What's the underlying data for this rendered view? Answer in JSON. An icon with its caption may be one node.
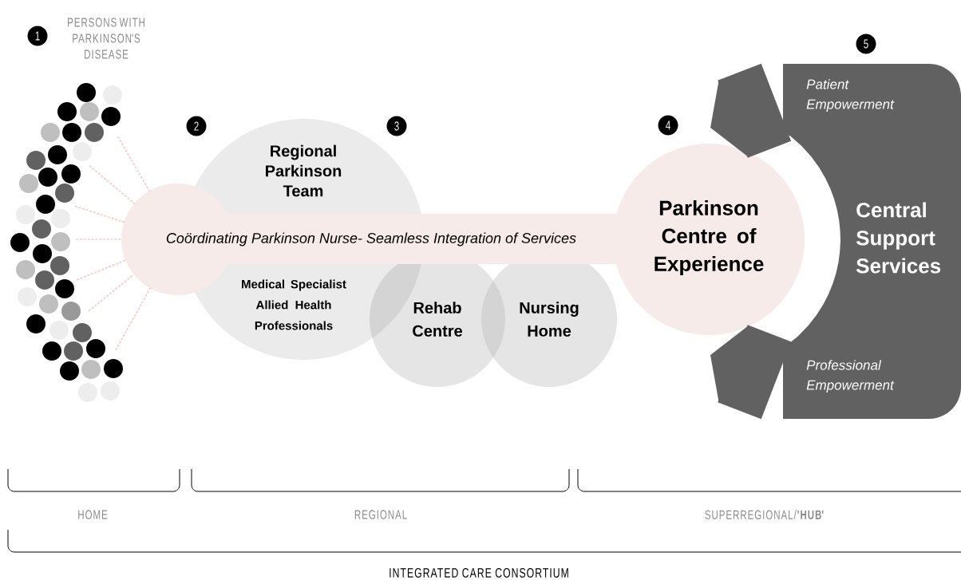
{
  "diagram": {
    "nodes": [
      {
        "text": [],
        "shape": "picture"
      },
      {
        "text": [
          "Regional Parkinson Team",
          "Medical Specialist Allied Health Professionals"
        ]
      },
      {
        "text": [
          "Coördinating Parkinson Nurse- Seamless Integration of Services"
        ]
      },
      {
        "text": [
          "Rehab Centre"
        ]
      },
      {
        "text": [
          "Nursing Home"
        ]
      },
      {
        "text": [
          "Parkinson Centre of Experience"
        ]
      },
      {
        "text": [
          "Patient Empowerment",
          "Central Support Services",
          "Professional Empowerment"
        ]
      },
      {
        "text": [
          "1"
        ]
      },
      {
        "text": [
          "5"
        ]
      },
      {
        "text": [
          "2"
        ]
      },
      {
        "text": [
          "3"
        ]
      },
      {
        "text": [
          "4"
        ]
      }
    ],
    "edges": [
      {
        "from": 0,
        "to": 2,
        "arrow": "none",
        "style": "dashed"
      },
      {
        "from": 0,
        "to": 2,
        "arrow": "none",
        "style": "dashed"
      },
      {
        "from": 0,
        "to": 2,
        "arrow": "none",
        "style": "dashed"
      },
      {
        "from": 0,
        "to": 2,
        "arrow": "none",
        "style": "dashed"
      },
      {
        "from": 0,
        "to": 2,
        "arrow": "none",
        "style": "dashed"
      },
      {
        "from": 0,
        "to": 2,
        "arrow": "none",
        "style": "dashed"
      },
      {
        "from": 0,
        "to": 2,
        "arrow": "none",
        "style": "dashed"
      },
      {
        "from": 6,
        "to": 5,
        "arrow": "to",
        "style": "thick",
        "color": "#616161"
      },
      {
        "from": 6,
        "to": 5,
        "arrow": "to",
        "style": "thick",
        "color": "#616161"
      }
    ],
    "labels": [
      "PERSONS WITH PARKINSON'S DISEASE",
      "HOME",
      "REGIONAL",
      "SUPERREGIONAL/**'HUB'**",
      "INTEGRATED CARE CONSORTIUM"
    ]
  }
}
